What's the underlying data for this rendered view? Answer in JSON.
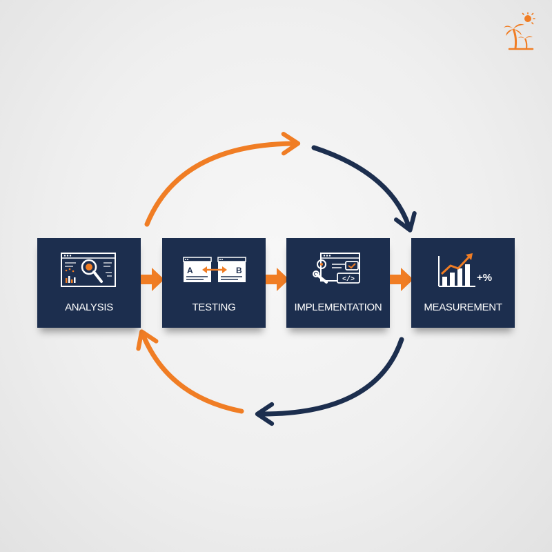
{
  "stages": [
    {
      "label": "ANALYSIS",
      "icon": "magnifier-dashboard-icon"
    },
    {
      "label": "TESTING",
      "icon": "ab-test-icon",
      "variant_a": "A",
      "variant_b": "B"
    },
    {
      "label": "IMPLEMENTATION",
      "icon": "code-tools-icon",
      "code_glyph": "</>"
    },
    {
      "label": "MEASUREMENT",
      "icon": "rising-bar-chart-icon",
      "gain_text": "+%"
    }
  ],
  "colors": {
    "navy": "#1c2e4e",
    "orange": "#f07d24",
    "background": "#efefef",
    "text": "#ffffff"
  },
  "cycle_arrows": [
    {
      "icon": "cycle-arrow-top-left",
      "color": "#f07d24"
    },
    {
      "icon": "cycle-arrow-top-right",
      "color": "#1c2e4e"
    },
    {
      "icon": "cycle-arrow-bottom-right",
      "color": "#1c2e4e"
    },
    {
      "icon": "cycle-arrow-bottom-left",
      "color": "#f07d24"
    }
  ],
  "logo": {
    "icon": "palm-tree-sun-icon"
  }
}
